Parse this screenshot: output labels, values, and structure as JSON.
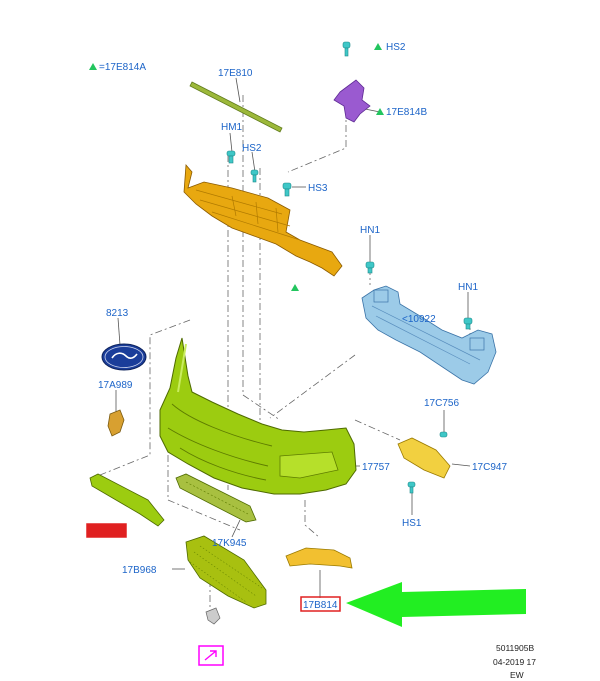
{
  "colors": {
    "label": "#1c64c8",
    "marker": "#22c55e",
    "highlight": "#e02020",
    "arrow": "#22ee22",
    "magenta": "#ff00ff",
    "deflector": "#e8a810",
    "bumper": "#9ccc10",
    "bracket_purple": "#9a5ad0",
    "reinforcement": "#9ccbe8",
    "clip": "#3fc7c7",
    "fog_bezel": "#f2c030",
    "grille": "#a8c010"
  },
  "labels": {
    "legend": "=17E814A",
    "p17E810": "17E810",
    "hs2_top": "HS2",
    "p17E814B": "17E814B",
    "hm1": "HM1",
    "hs2_mid": "HS2",
    "hs3": "HS3",
    "hn1_left": "HN1",
    "hn1_right": "HN1",
    "p10922": "<10922",
    "p8213": "8213",
    "p17A989": "17A989",
    "p17C756": "17C756",
    "p17757": "17757",
    "p17C947": "17C947",
    "hs1": "HS1",
    "p17K945": "17K945",
    "p17B968": "17B968",
    "p17B814": "17B814"
  },
  "footer": {
    "code": "5011905B",
    "date": "04-2019 17",
    "initials": "EW"
  }
}
